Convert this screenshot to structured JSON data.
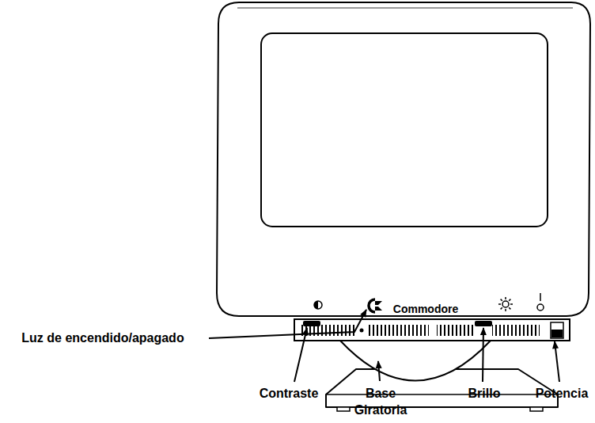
{
  "diagram": {
    "labels": [
      "Commodore",
      "Luz de encendido/apagado",
      "Contraste",
      "Base Giratoria",
      "Brillo",
      "Potencia"
    ]
  }
}
